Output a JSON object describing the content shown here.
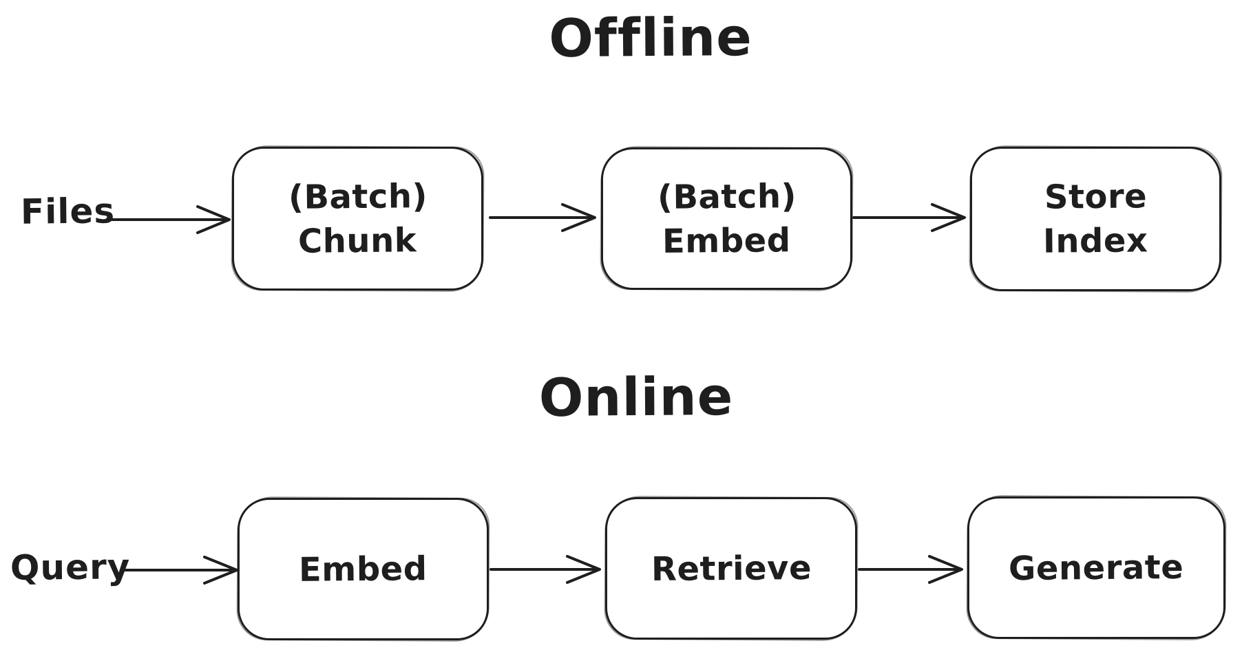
{
  "canvas": {
    "background": "#ffffff",
    "ink": "#1e1e1e"
  },
  "sections": [
    {
      "title": "Offline",
      "input_label": "Files",
      "nodes": [
        {
          "lines": [
            "(Batch)",
            "Chunk"
          ]
        },
        {
          "lines": [
            "(Batch)",
            "Embed"
          ]
        },
        {
          "lines": [
            "Store",
            "Index"
          ]
        }
      ],
      "connections": [
        [
          "Files",
          "(Batch) Chunk"
        ],
        [
          "(Batch) Chunk",
          "(Batch) Embed"
        ],
        [
          "(Batch) Embed",
          "Store Index"
        ]
      ]
    },
    {
      "title": "Online",
      "input_label": "Query",
      "nodes": [
        {
          "lines": [
            "Embed"
          ]
        },
        {
          "lines": [
            "Retrieve"
          ]
        },
        {
          "lines": [
            "Generate"
          ]
        }
      ],
      "connections": [
        [
          "Query",
          "Embed"
        ],
        [
          "Embed",
          "Retrieve"
        ],
        [
          "Retrieve",
          "Generate"
        ]
      ]
    }
  ]
}
